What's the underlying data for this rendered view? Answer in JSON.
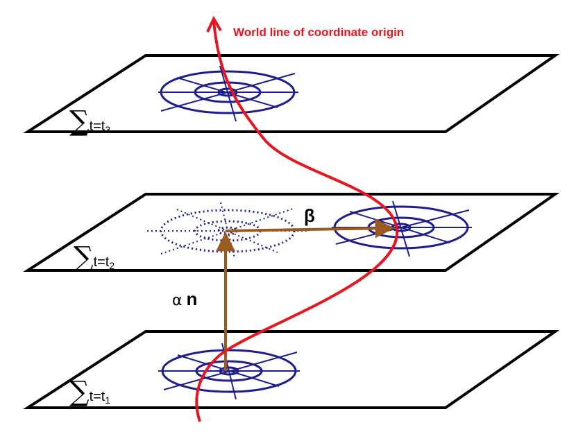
{
  "colors": {
    "worldline": "#e8141e",
    "coordinates": "#1c1c8e",
    "vectors": "#9a5b1f",
    "plane_edge": "#000000"
  },
  "labels": {
    "worldline": "World line of coordinate origin",
    "slice_symbol": "∑",
    "slice_t3_sub": "t=t",
    "slice_t3_index": "3",
    "slice_t2_sub": "t=t",
    "slice_t2_index": "2",
    "slice_t1_sub": "t=t",
    "slice_t1_index": "1",
    "lapse_alpha": "α",
    "lapse_n": "n",
    "shift_beta": "β"
  }
}
